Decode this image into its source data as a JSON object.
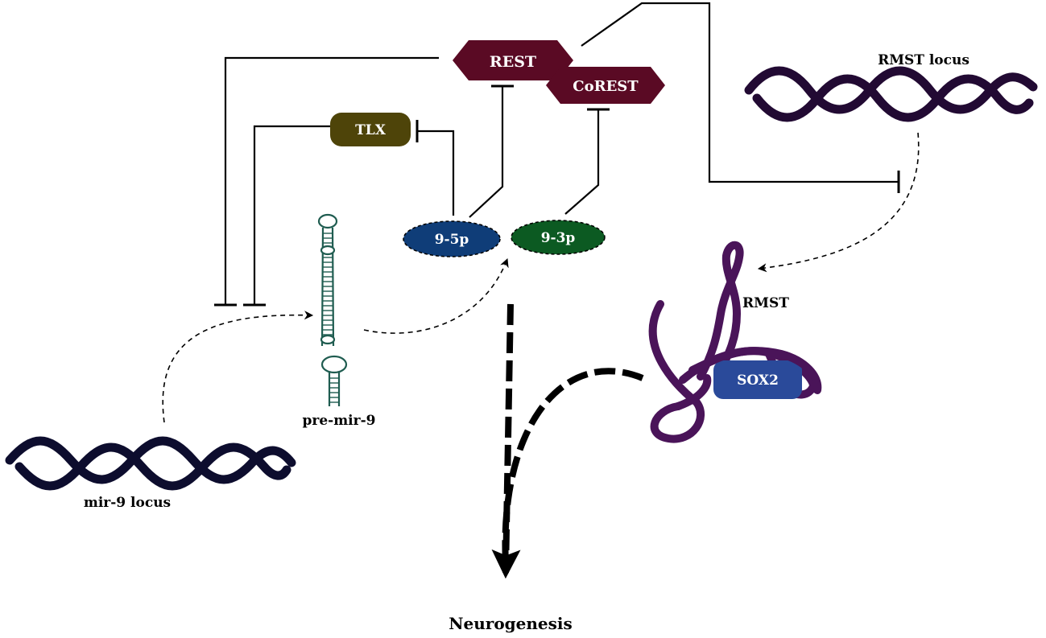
{
  "nodes": {
    "rest": {
      "label": "REST",
      "color": "#5a0a24"
    },
    "corest": {
      "label": "CoREST",
      "color": "#5a0a24"
    },
    "tlx": {
      "label": "TLX",
      "color": "#4e4409"
    },
    "mir_5p": {
      "label": "9-5p",
      "color": "#0f3d78"
    },
    "mir_3p": {
      "label": "9-3p",
      "color": "#0c5a22"
    },
    "sox2": {
      "label": "SOX2",
      "color": "#2a4a9a"
    }
  },
  "labels": {
    "rmst_locus": "RMST locus",
    "rmst": "RMST",
    "pre_mir9": "pre-mir-9",
    "mir9_locus": "mir-9 locus",
    "neurogenesis": "Neurogenesis"
  },
  "colors": {
    "dna_dark": "#0d0d2e",
    "dna_rmst": "#220a33",
    "rna_hairpin": "#1f5c50",
    "rmst_strand": "#4a1459",
    "line": "#000000"
  }
}
